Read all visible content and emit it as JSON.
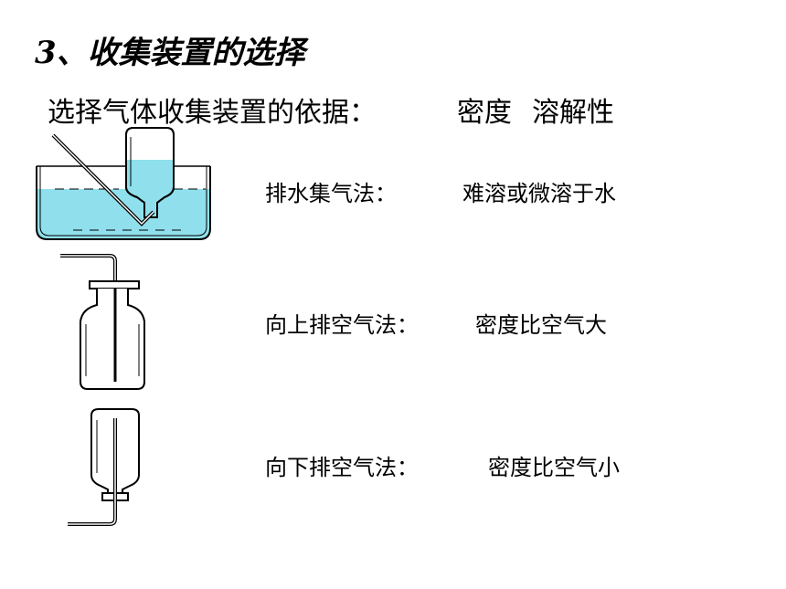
{
  "title": "3、收集装置的选择",
  "basis": {
    "label": "选择气体收集装置的依据：",
    "criteria": [
      "密度",
      "溶解性"
    ]
  },
  "methods": [
    {
      "name": "排水集气法：",
      "condition": "难溶或微溶于水",
      "icon": "water-displacement-apparatus"
    },
    {
      "name": "向上排空气法：",
      "condition": "密度比空气大",
      "icon": "upward-air-displacement-apparatus"
    },
    {
      "name": "向下排空气法：",
      "condition": "密度比空气小",
      "icon": "downward-air-displacement-apparatus"
    }
  ],
  "colors": {
    "water": "#8fe0ec",
    "line": "#000000",
    "glass": "#ffffff"
  }
}
